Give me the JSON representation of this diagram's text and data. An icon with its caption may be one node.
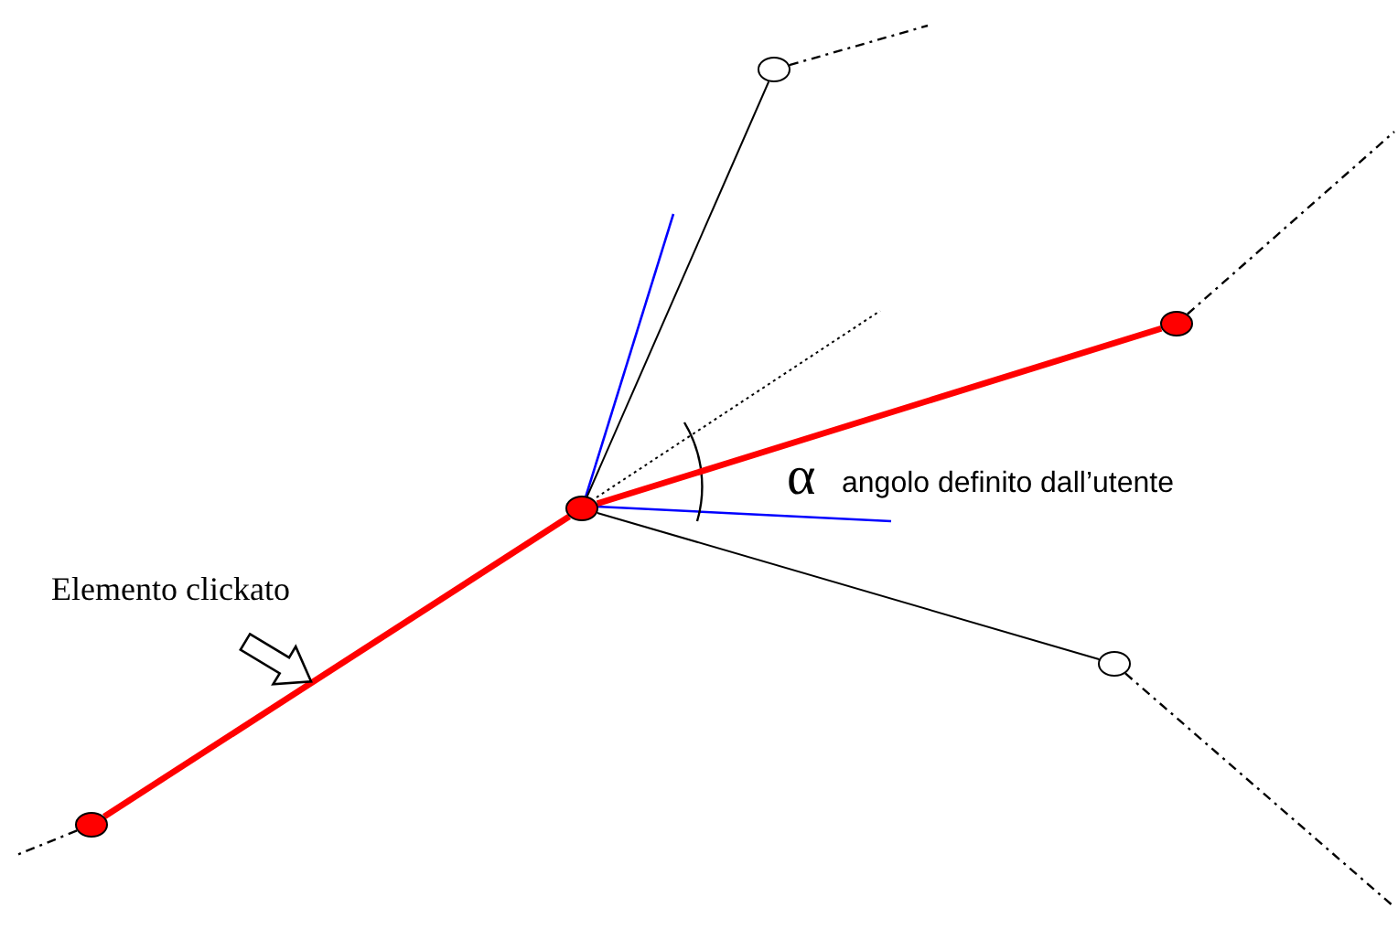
{
  "diagram": {
    "nodes": [
      {
        "text": [],
        "shape": "circle"
      },
      {
        "text": [],
        "shape": "circle"
      },
      {
        "text": [],
        "shape": "circle"
      },
      {
        "text": [],
        "shape": "circle"
      },
      {
        "text": [],
        "shape": "circle"
      }
    ],
    "edges": [
      {
        "from": 2,
        "to": 0,
        "arrow": "none"
      },
      {
        "from": 2,
        "to": 1,
        "arrow": "none",
        "style": "thick",
        "color": "#ff0000"
      },
      {
        "from": 2,
        "to": 3,
        "arrow": "none"
      },
      {
        "from": 2,
        "to": 4,
        "arrow": "none",
        "style": "thick",
        "color": "#ff0000"
      },
      {
        "from": 0,
        "to": null,
        "arrow": "none",
        "style": "dashed"
      },
      {
        "from": 1,
        "to": null,
        "arrow": "none",
        "style": "dashed"
      },
      {
        "from": 3,
        "to": null,
        "arrow": "none",
        "style": "dashed"
      },
      {
        "from": 4,
        "to": null,
        "arrow": "none",
        "style": "dashed"
      }
    ],
    "labels": [
      "Elemento clickato",
      "α",
      "angolo definito dall’utente"
    ]
  }
}
